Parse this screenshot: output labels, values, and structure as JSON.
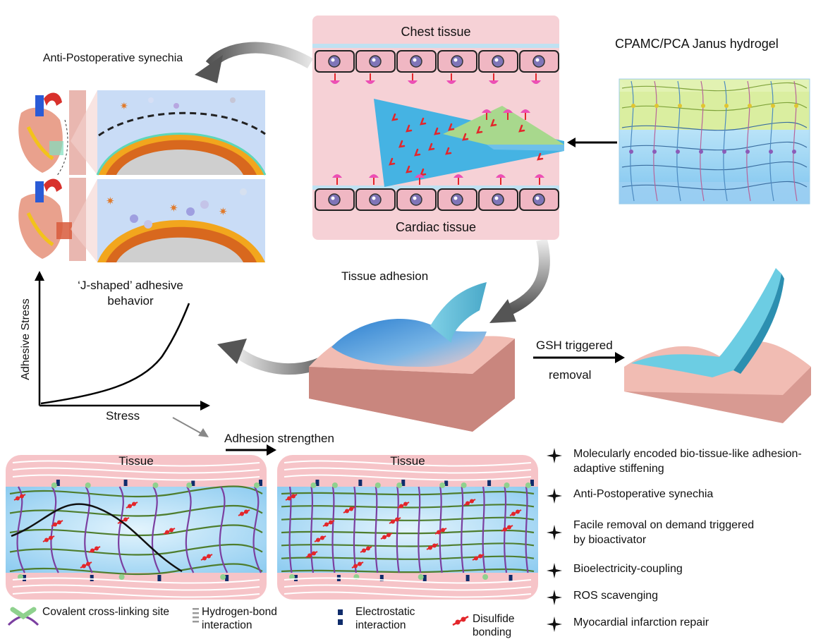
{
  "labels": {
    "anti_synechia_title": "Anti-Postoperative synechia",
    "chest_tissue": "Chest tissue",
    "cardiac_tissue": "Cardiac tissue",
    "hydrogel_title": "CPAMC/PCA Janus hydrogel",
    "tissue_adhesion": "Tissue adhesion",
    "gsh_triggered": "GSH triggered",
    "removal": "removal",
    "j_shaped_title": "‘J-shaped’ adhesive behavior",
    "y_axis": "Adhesive Stress",
    "x_axis": "Stress",
    "adhesion_strengthen": "Adhesion strengthen",
    "tissue_left": "Tissue",
    "tissue_right": "Tissue"
  },
  "features": [
    "Molecularly encoded bio-tissue-like adhesion-adaptive stiffening",
    "Anti-Postoperative synechia",
    "Facile removal on demand triggered by bioactivator",
    "Bioelectricity-coupling",
    "ROS scavenging",
    "Myocardial infarction repair"
  ],
  "legend": [
    {
      "label": "Covalent cross-linking site",
      "icon": "crosslink-icon"
    },
    {
      "label": "Hydrogen-bond interaction",
      "icon": "hydrogen-bond-icon"
    },
    {
      "label": "Electrostatic interaction",
      "icon": "electrostatic-icon"
    },
    {
      "label": "Disulfide bonding",
      "icon": "disulfide-icon"
    }
  ],
  "colors": {
    "tissue_pink": "#f4c2c6",
    "cell_pink": "#f0b7c3",
    "gel_blue": "#a7dcf5",
    "gel_green": "#c8e98a",
    "arrow_red": "#e3262b",
    "purple_chain": "#7b3fa0",
    "green_chain": "#4e7d2d",
    "dark_blue": "#0f2c6b",
    "magenta": "#ec4fb5"
  }
}
